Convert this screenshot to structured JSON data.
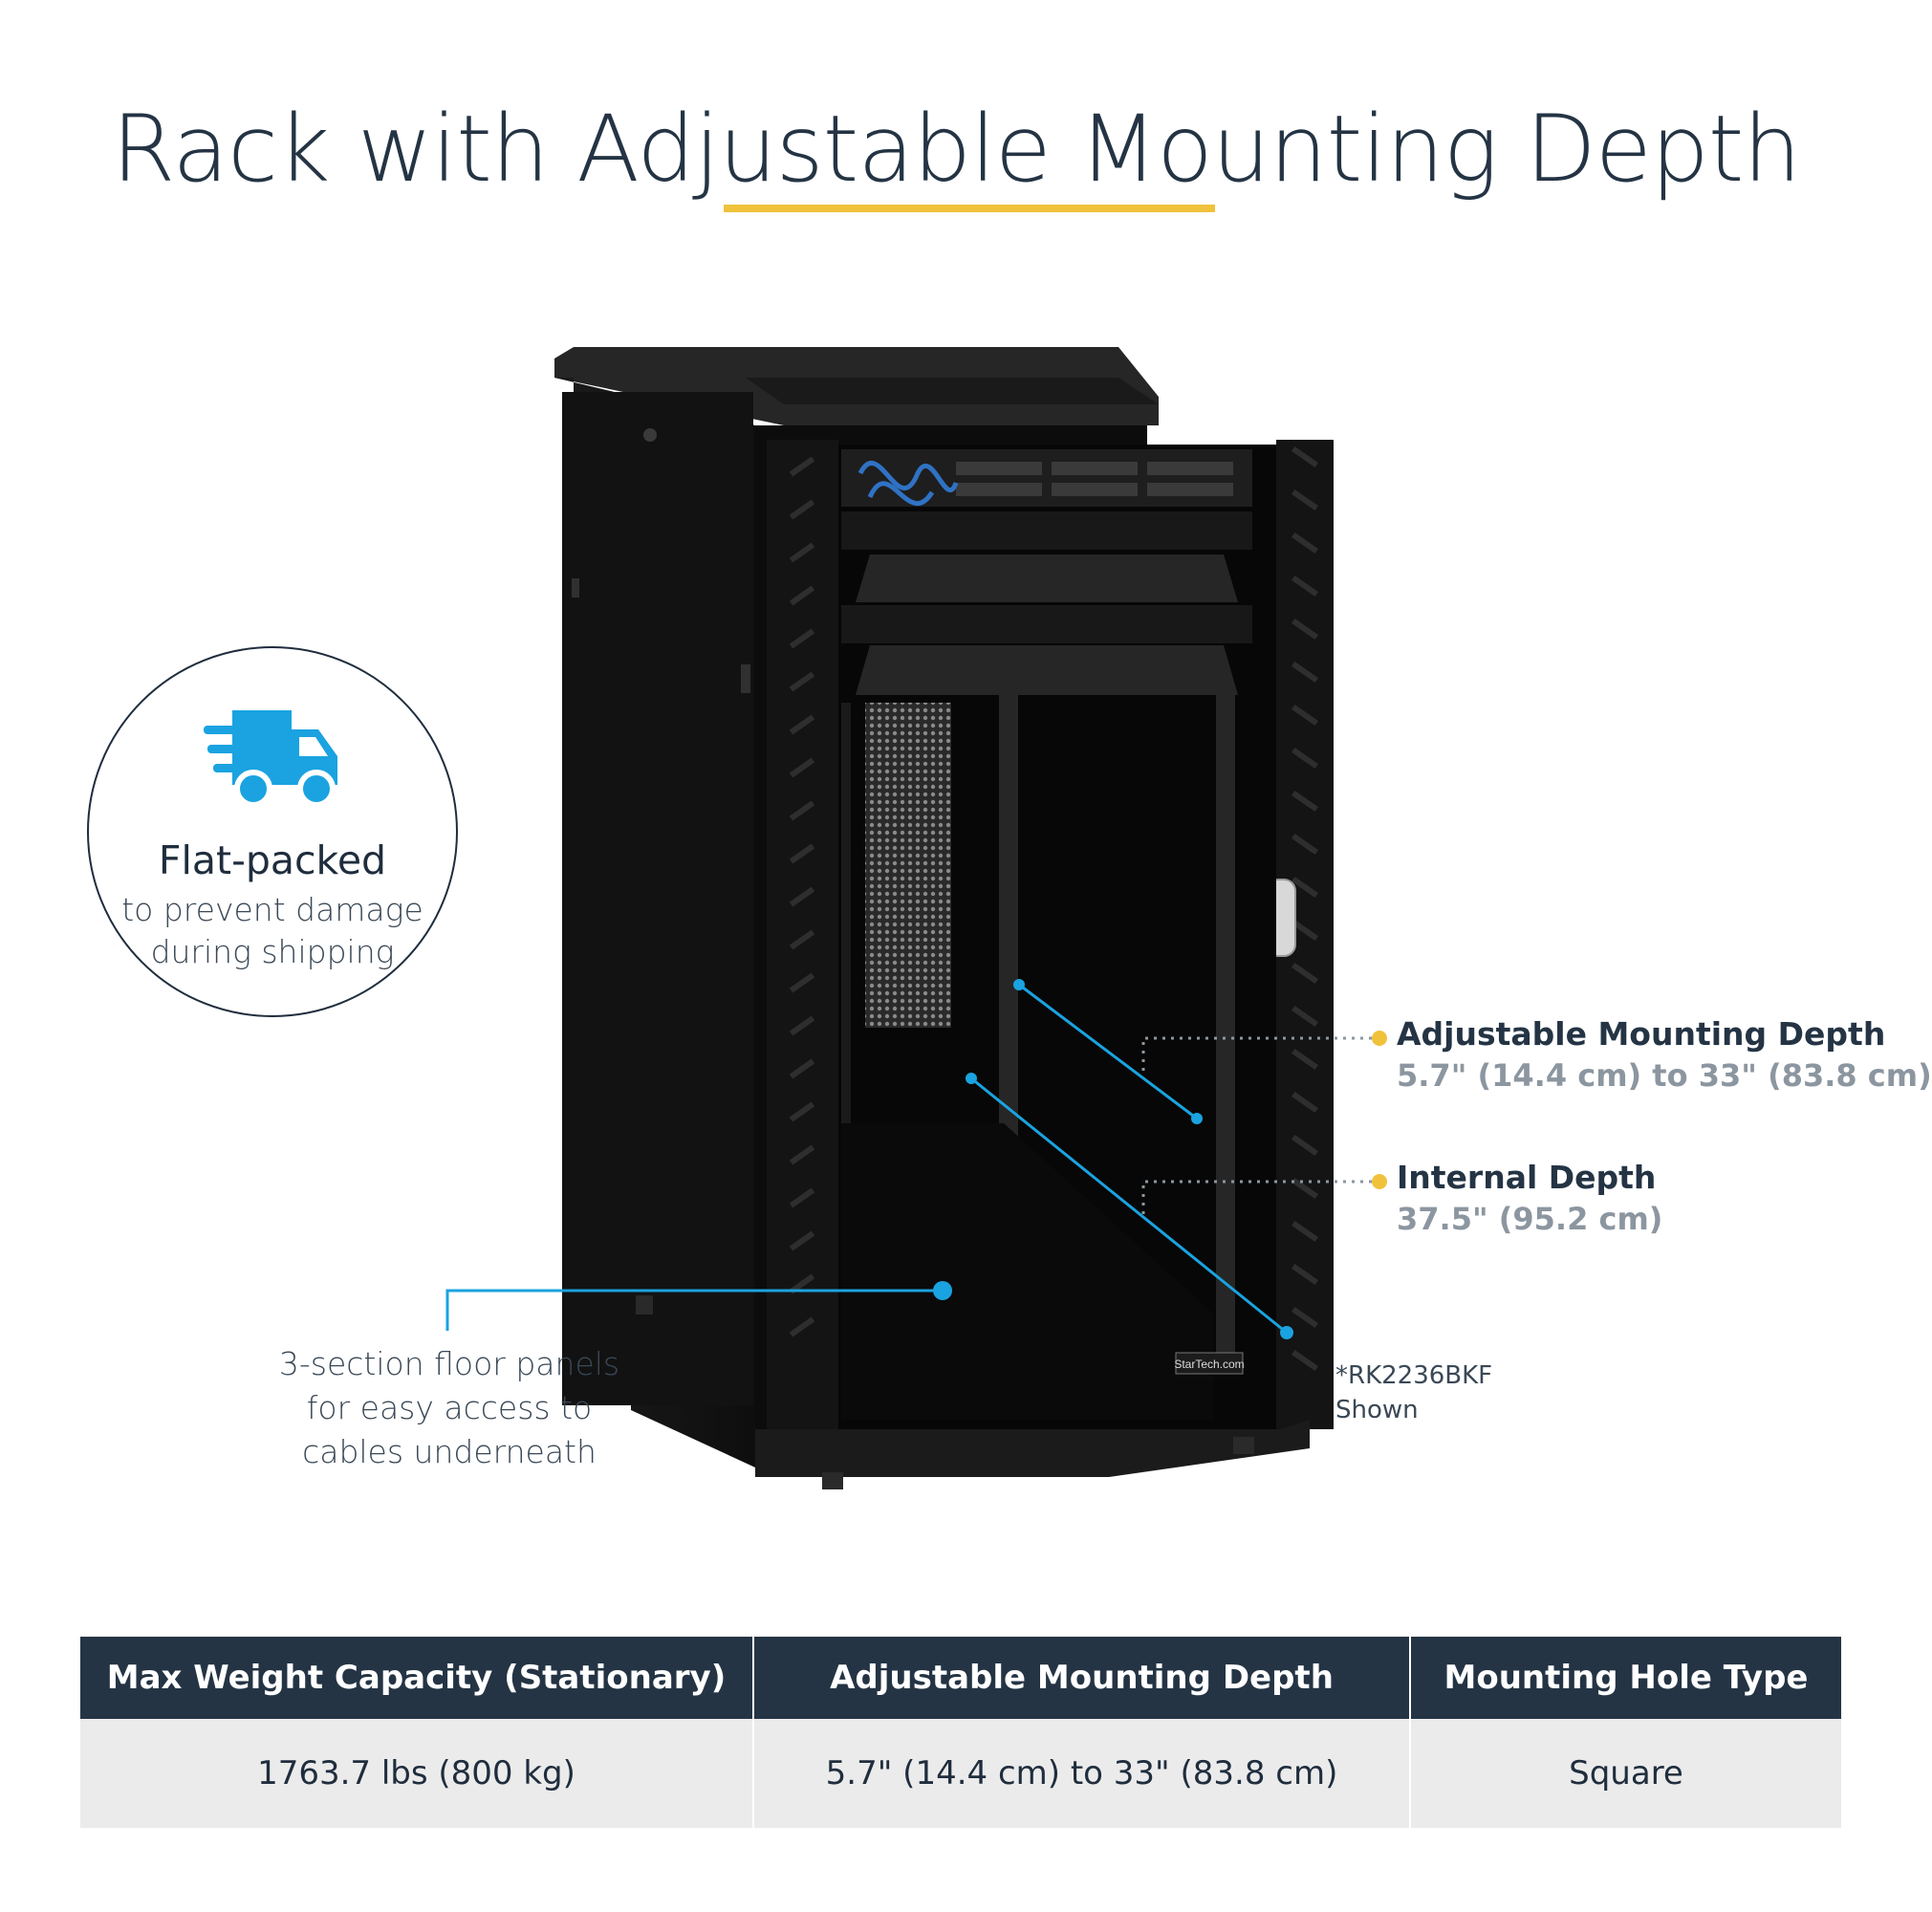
{
  "title": "Rack with Adjustable Mounting Depth",
  "badge": {
    "title": "Flat-packed",
    "line1": "to prevent damage",
    "line2": "during shipping",
    "icon": "delivery-truck-icon"
  },
  "callouts": {
    "mounting_depth": {
      "title": "Adjustable Mounting Depth",
      "value": "5.7\" (14.4 cm) to 33\" (83.8 cm)"
    },
    "internal_depth": {
      "title": "Internal Depth",
      "value": "37.5\" (95.2 cm)"
    },
    "floor": {
      "line1": "3-section floor panels",
      "line2": "for easy access to",
      "line3": "cables underneath"
    },
    "shown": {
      "line1": "*RK2236BKF",
      "line2": "Shown"
    }
  },
  "brand_label": "StarTech.com",
  "colors": {
    "accent_yellow": "#f0c23b",
    "callout_blue": "#1aa3e0",
    "header_navy": "#243444",
    "cell_gray": "#ebebeb"
  },
  "specs": {
    "headers": [
      "Max Weight Capacity (Stationary)",
      "Adjustable Mounting Depth",
      "Mounting Hole Type"
    ],
    "values": [
      "1763.7 lbs (800 kg)",
      "5.7\" (14.4 cm) to 33\" (83.8 cm)",
      "Square"
    ]
  }
}
